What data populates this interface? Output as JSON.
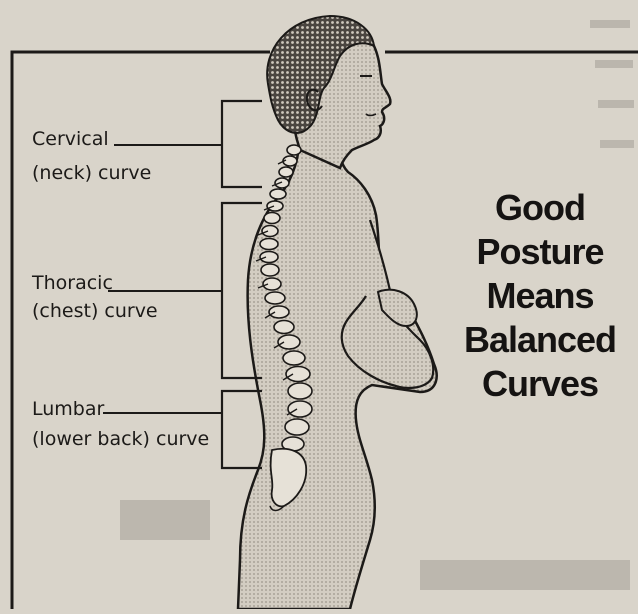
{
  "labels": {
    "cervical_name": "Cervical",
    "cervical_desc": "(neck) curve",
    "thoracic_name": "Thoracic",
    "thoracic_desc": "(chest) curve",
    "lumbar_name": "Lumbar",
    "lumbar_desc": "(lower back) curve"
  },
  "headline": [
    "Good",
    "Posture",
    "Means",
    "Balanced",
    "Curves"
  ],
  "colors": {
    "paper": "#d9d4ca",
    "ink": "#1c1a18",
    "body_shading": "#b9b3a8"
  }
}
